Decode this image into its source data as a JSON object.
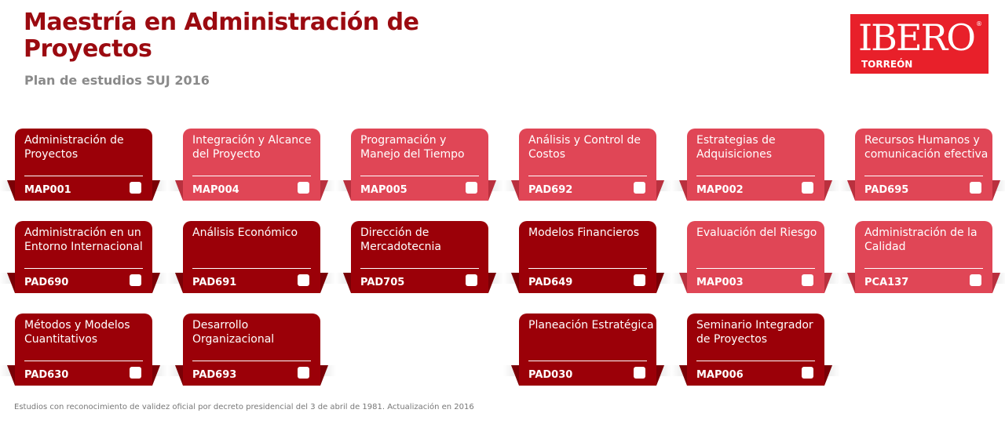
{
  "header": {
    "title": "Maestría en Administración de Proyectos",
    "subtitle": "Plan de estudios SUJ 2016"
  },
  "logo": {
    "text": "IBERO",
    "sub": "TORREÓN",
    "mark": "®"
  },
  "colors": {
    "dark": "#9b0008",
    "light": "#e04656"
  },
  "courses": [
    {
      "name": "Administración de Proyectos",
      "code": "MAP001",
      "row": 0,
      "col": 0,
      "tone": "dark"
    },
    {
      "name": "Integración y Alcance del Proyecto",
      "code": "MAP004",
      "row": 0,
      "col": 1,
      "tone": "light"
    },
    {
      "name": "Programación y Manejo del Tiempo",
      "code": "MAP005",
      "row": 0,
      "col": 2,
      "tone": "light"
    },
    {
      "name": "Análisis y Control de Costos",
      "code": "PAD692",
      "row": 0,
      "col": 3,
      "tone": "light"
    },
    {
      "name": "Estrategias de Adquisiciones",
      "code": "MAP002",
      "row": 0,
      "col": 4,
      "tone": "light"
    },
    {
      "name": "Recursos Humanos y comunicación efectiva",
      "code": "PAD695",
      "row": 0,
      "col": 5,
      "tone": "light"
    },
    {
      "name": "Administración en un Entorno Internacional",
      "code": "PAD690",
      "row": 1,
      "col": 0,
      "tone": "dark"
    },
    {
      "name": "Análisis Económico",
      "code": "PAD691",
      "row": 1,
      "col": 1,
      "tone": "dark"
    },
    {
      "name": "Dirección de Mercadotecnia",
      "code": "PAD705",
      "row": 1,
      "col": 2,
      "tone": "dark"
    },
    {
      "name": "Modelos Financieros",
      "code": "PAD649",
      "row": 1,
      "col": 3,
      "tone": "dark"
    },
    {
      "name": "Evaluación del Riesgo",
      "code": "MAP003",
      "row": 1,
      "col": 4,
      "tone": "light"
    },
    {
      "name": "Administración de la Calidad",
      "code": "PCA137",
      "row": 1,
      "col": 5,
      "tone": "light"
    },
    {
      "name": "Métodos y Modelos Cuantitativos",
      "code": "PAD630",
      "row": 2,
      "col": 0,
      "tone": "dark"
    },
    {
      "name": "Desarrollo Organizacional",
      "code": "PAD693",
      "row": 2,
      "col": 1,
      "tone": "dark"
    },
    {
      "name": "Planeación Estratégica",
      "code": "PAD030",
      "row": 2,
      "col": 3,
      "tone": "dark"
    },
    {
      "name": "Seminario Integrador de Proyectos",
      "code": "MAP006",
      "row": 2,
      "col": 4,
      "tone": "dark"
    }
  ],
  "footer": "Estudios con reconocimiento de validez oficial por decreto presidencial del 3 de abril de 1981. Actualización en 2016"
}
